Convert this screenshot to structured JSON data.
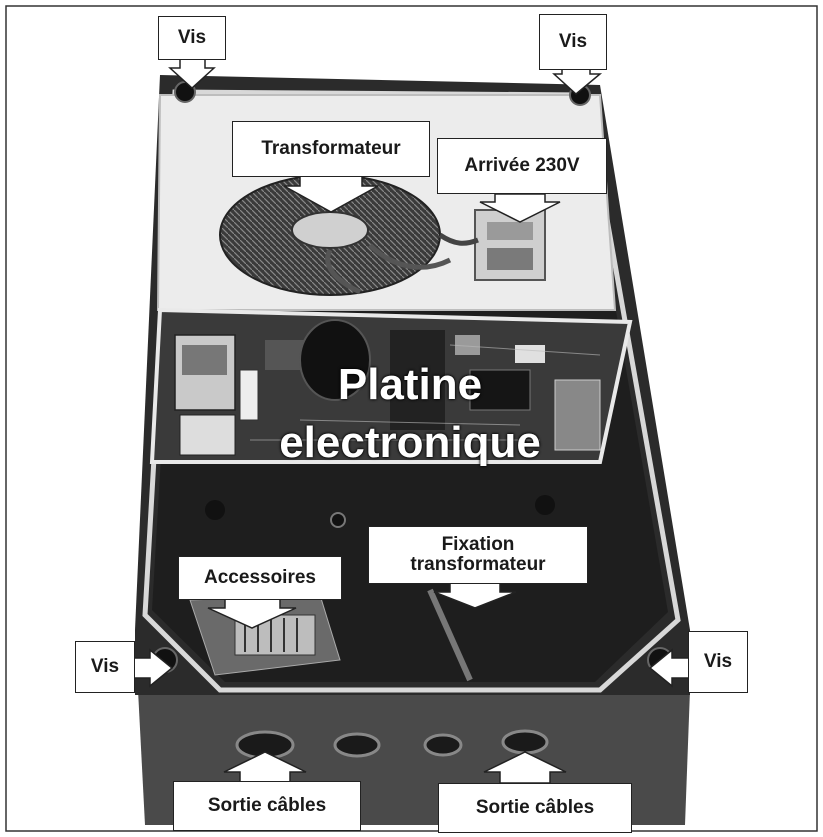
{
  "labels": {
    "vis_top_left": "Vis",
    "vis_top_right": "Vis",
    "vis_mid_left": "Vis",
    "vis_mid_right": "Vis",
    "transformateur": "Transformateur",
    "arrivee": "Arrivée 230V",
    "platine_line1": "Platine",
    "platine_line2": "electronique",
    "accessoires": "Accessoires",
    "fixation_line1": "Fixation",
    "fixation_line2": "transformateur",
    "sortie_left": "Sortie câbles",
    "sortie_right": "Sortie câbles"
  }
}
